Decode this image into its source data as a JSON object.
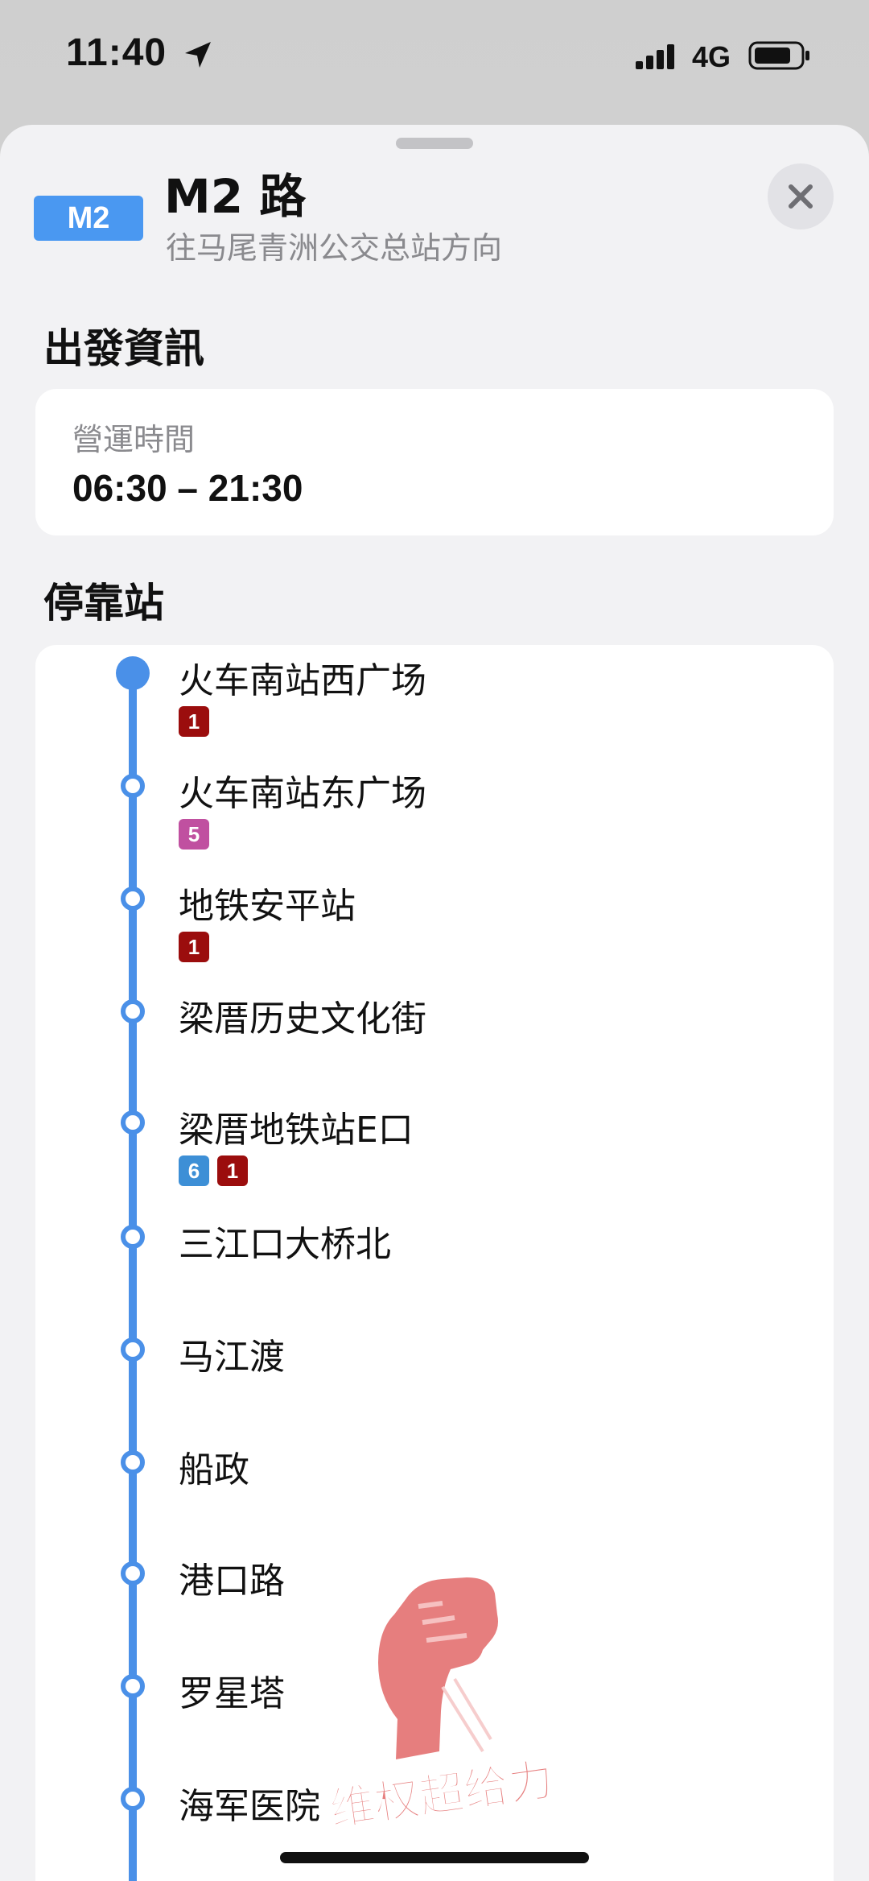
{
  "status_bar": {
    "time": "11:40",
    "network": "4G",
    "icons": [
      "location-arrow-icon",
      "signal-icon",
      "battery-icon"
    ]
  },
  "route": {
    "badge": "M2",
    "title": "M2 路",
    "direction": "往马尾青洲公交总站方向"
  },
  "departure_section": {
    "title": "出發資訊",
    "hours_label": "營運時間",
    "hours_value": "06:30 – 21:30"
  },
  "stops_section": {
    "title": "停靠站",
    "stops": [
      {
        "name": "火车南站西广场",
        "lines": [
          {
            "label": "1",
            "color": "#9b0d0d"
          }
        ]
      },
      {
        "name": "火车南站东广场",
        "lines": [
          {
            "label": "5",
            "color": "#c050a0"
          }
        ]
      },
      {
        "name": "地铁安平站",
        "lines": [
          {
            "label": "1",
            "color": "#9b0d0d"
          }
        ]
      },
      {
        "name": "梁厝历史文化街",
        "lines": []
      },
      {
        "name": "梁厝地铁站E口",
        "lines": [
          {
            "label": "6",
            "color": "#3d8fd6"
          },
          {
            "label": "1",
            "color": "#9b0d0d"
          }
        ]
      },
      {
        "name": "三江口大桥北",
        "lines": []
      },
      {
        "name": "马江渡",
        "lines": []
      },
      {
        "name": "船政",
        "lines": []
      },
      {
        "name": "港口路",
        "lines": []
      },
      {
        "name": "罗星塔",
        "lines": []
      },
      {
        "name": "海军医院",
        "lines": []
      }
    ]
  },
  "watermark": {
    "text": "维权超给力"
  },
  "colors": {
    "accent": "#4a90e8",
    "badge_blue": "#4a98f1",
    "watermark_red": "#e05050"
  }
}
